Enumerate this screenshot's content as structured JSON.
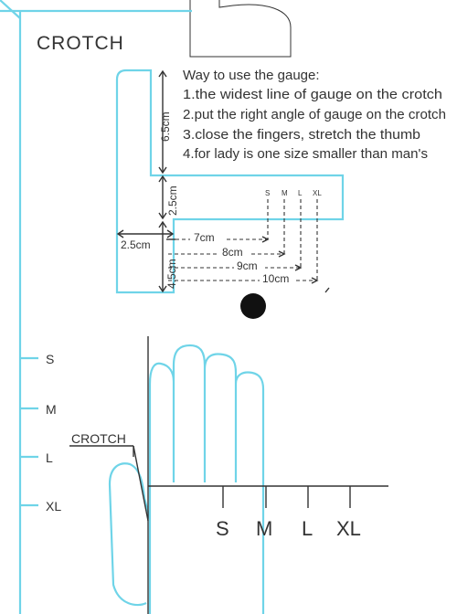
{
  "title": "CROTCH",
  "instructions": {
    "heading": "Way to use the gauge:",
    "steps": [
      "1.the  widest  line of gauge on the crotch",
      "2.put the right angle of gauge on the crotch",
      "3.close the fingers, stretch the thumb",
      "4.for lady is one size smaller than man's"
    ]
  },
  "gauge": {
    "dimensions": {
      "top_height": "6.5cm",
      "notch_height": "2.5cm",
      "left_width": "2.5cm",
      "bottom_height": "4.5cm"
    },
    "size_ticks": [
      "S",
      "M",
      "L",
      "XL"
    ],
    "lengths": [
      "7cm",
      "8cm",
      "9cm",
      "10cm"
    ]
  },
  "left_scale": {
    "labels": [
      "S",
      "M",
      "L",
      "XL"
    ]
  },
  "hand_diagram": {
    "crotch_label": "CROTCH",
    "size_labels": [
      "S",
      "M",
      "L",
      "XL"
    ]
  },
  "colors": {
    "cyan": "#6fd4e8",
    "ink": "#333333",
    "dot": "#111111"
  }
}
